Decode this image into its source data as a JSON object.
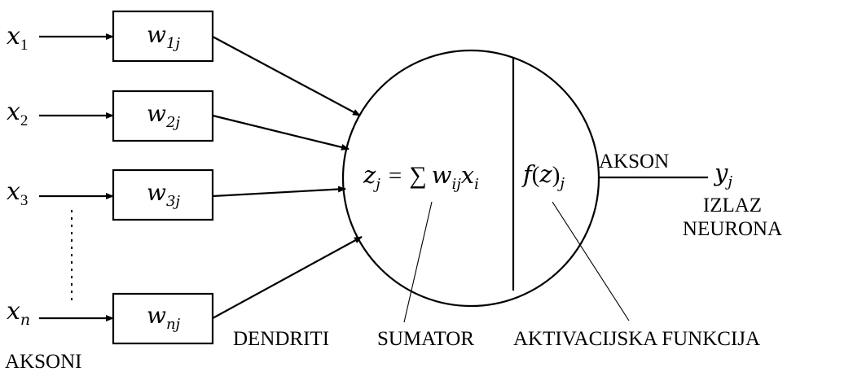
{
  "inputs": [
    {
      "var": "x",
      "sub": "1",
      "weight_var": "w",
      "weight_sub": "1j"
    },
    {
      "var": "x",
      "sub": "2",
      "weight_var": "w",
      "weight_sub": "2j"
    },
    {
      "var": "x",
      "sub": "3",
      "weight_var": "w",
      "weight_sub": "3j"
    },
    {
      "var": "x",
      "sub": "n",
      "weight_var": "w",
      "weight_sub": "nj"
    }
  ],
  "summator": {
    "lhs_var": "z",
    "lhs_sub": "j",
    "eq": "=",
    "sum": "∑",
    "w_var": "w",
    "w_sub": "ij",
    "x_var": "x",
    "x_sub": "i"
  },
  "activation": {
    "f": "f",
    "open": "(",
    "z": "z",
    "close": ")",
    "sub": "j"
  },
  "output": {
    "var": "y",
    "sub": "j"
  },
  "labels": {
    "akson": "AKSON",
    "izlaz_line1": "IZLAZ",
    "izlaz_line2": "NEURONA",
    "dendriti": "DENDRITI",
    "sumator": "SUMATOR",
    "aktivacijska": "AKTIVACIJSKA FUNKCIJA",
    "aksoni": "AKSONI"
  }
}
